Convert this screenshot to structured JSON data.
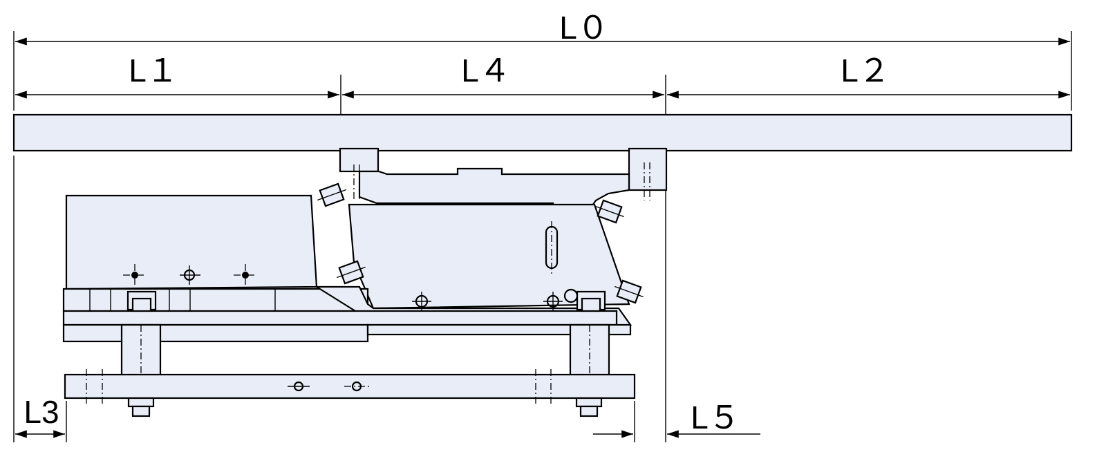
{
  "diagram": {
    "colors": {
      "part_fill": "#e8edf7",
      "line": "#000000",
      "background": "#ffffff"
    },
    "dimensions": {
      "L0": "L０",
      "L1": "L１",
      "L2": "L２",
      "L3": "L3",
      "L4": "L４",
      "L5": "L５"
    }
  }
}
